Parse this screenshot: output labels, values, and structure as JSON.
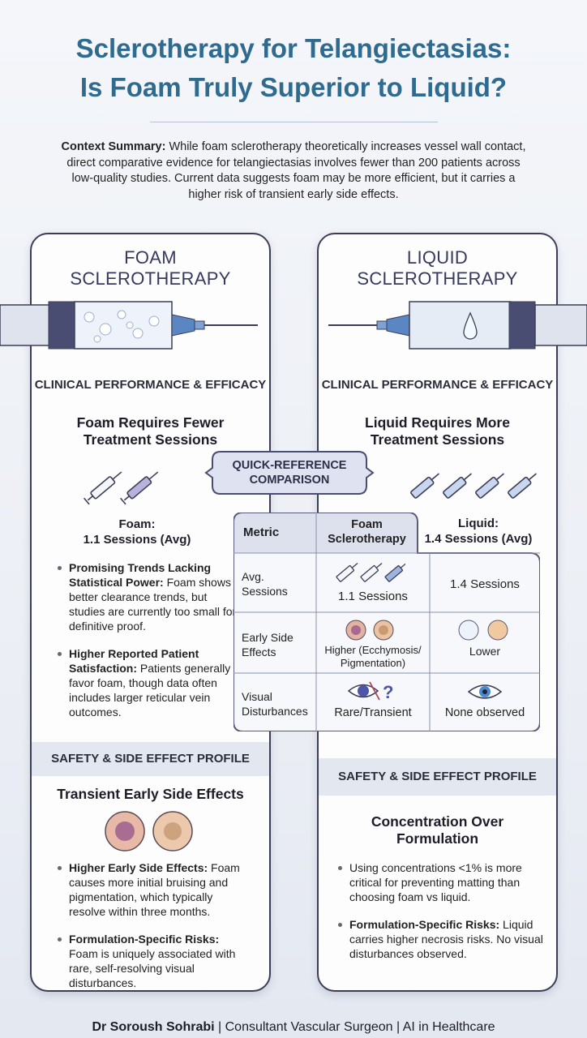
{
  "title": {
    "line1": "Sclerotherapy for Telangiectasias:",
    "line2": "Is Foam Truly Superior to Liquid?"
  },
  "summary": {
    "label": "Context Summary:",
    "text": " While foam sclerotherapy theoretically increases vessel wall contact, direct comparative evidence for telangiectasias involves fewer than 200 patients across low-quality studies. Current data suggests foam may be more efficient, but it carries a higher risk of transient early side effects."
  },
  "colors": {
    "title": "#2f6a8f",
    "card_border": "#3b3e56",
    "band": "#e3e7f0",
    "syringe_accent": "#5b86c4"
  },
  "foam": {
    "title1": "FOAM",
    "title2": "SCLEROTHERAPY",
    "clinical_heading": "CLINICAL PERFORMANCE & EFFICACY",
    "clinical_sub": "Foam Requires Fewer Treatment Sessions",
    "sessions_label": "Foam:",
    "sessions_value": "1.1 Sessions (Avg)",
    "bullets": [
      {
        "bold": "Promising Trends Lacking Statistical Power:",
        "text": " Foam shows better clearance trends, but studies are currently too small for definitive proof."
      },
      {
        "bold": "Higher Reported Patient Satisfaction:",
        "text": " Patients generally favor foam, though data often includes larger reticular vein outcomes."
      }
    ],
    "safety_heading": "SAFETY & SIDE EFFECT PROFILE",
    "safety_sub": "Transient Early Side Effects",
    "safety_bullets": [
      {
        "bold": "Higher Early Side Effects:",
        "text": " Foam causes more initial bruising and pigmentation, which typically resolve within three months."
      },
      {
        "bold": "Formulation-Specific Risks:",
        "text": " Foam is uniquely associated with rare, self-resolving visual disturbances."
      }
    ]
  },
  "liquid": {
    "title1": "LIQUID",
    "title2": "SCLEROTHERAPY",
    "clinical_heading": "CLINICAL PERFORMANCE & EFFICACY",
    "clinical_sub": "Liquid Requires More Treatment Sessions",
    "sessions_label": "Liquid:",
    "sessions_value": "1.4 Sessions (Avg)",
    "safety_heading": "SAFETY & SIDE EFFECT PROFILE",
    "safety_sub": "Concentration Over Formulation",
    "safety_bullets": [
      {
        "bold": "",
        "text": "Using concentrations <1% is more critical for preventing matting than choosing foam vs liquid."
      },
      {
        "bold": "Formulation-Specific Risks:",
        "text": " Liquid carries higher necrosis risks. No visual disturbances observed."
      }
    ]
  },
  "quick_ref": {
    "label": "QUICK-REFERENCE COMPARISON",
    "headers": [
      "Metric",
      "Foam Sclerotherapy"
    ],
    "rows": [
      {
        "metric": "Avg. Sessions",
        "foam": "1.1 Sessions",
        "liquid": "1.4 Sessions",
        "foam_icon": "three-syringes-icon"
      },
      {
        "metric": "Early Side Effects",
        "foam": "Higher (Ecchymosis/ Pigmentation)",
        "liquid": "Lower",
        "foam_icon": "bruise-pigmentation-icon",
        "liquid_icon": "clear-skin-icon"
      },
      {
        "metric": "Visual Disturbances",
        "foam": "Rare/Transient",
        "liquid": "None observed",
        "foam_icon": "eye-question-icon",
        "liquid_icon": "eye-icon"
      }
    ]
  },
  "footer": {
    "name": "Dr Soroush Sohrabi",
    "rest": " | Consultant Vascular Surgeon | AI in Healthcare"
  }
}
